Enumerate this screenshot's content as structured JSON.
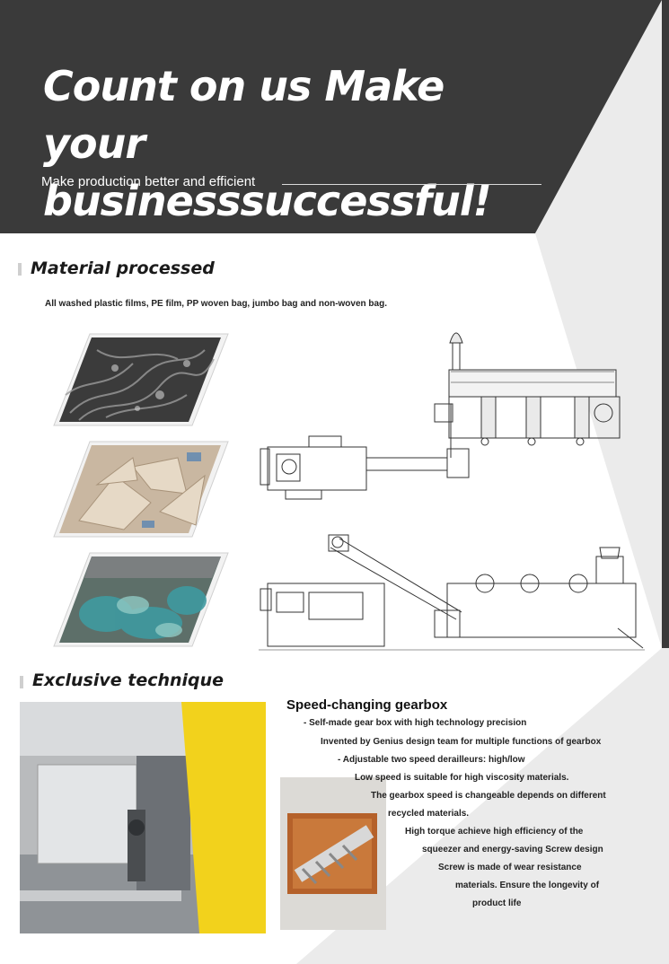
{
  "hero": {
    "title_line1": "Count on us Make",
    "title_line2": "your businesssuccessful!",
    "subtitle": "Make production better and efficient"
  },
  "material": {
    "title": "Material processed",
    "description": "All washed plastic films, PE film, PP woven bag, jumbo bag and non-woven bag."
  },
  "technique": {
    "title": "Exclusive technique",
    "gearbox_title": "Speed-changing gearbox",
    "lines": [
      "-     Self-made gear box with high technology precision",
      "Invented by Genius design team for multiple functions of gearbox",
      "-       Adjustable two speed derailleurs: high/low",
      "Low speed is suitable for high viscosity materials.",
      "The gearbox speed is changeable depends on different",
      "recycled materials.",
      "High torque achieve high efficiency of the",
      "squeezer and energy-saving Screw design",
      "Screw is made of wear resistance",
      "materials. Ensure the longevity of",
      "product life"
    ]
  },
  "colors": {
    "dark_band": "#3a3a3a",
    "light_triangle": "#ebebeb",
    "white": "#ffffff",
    "machine_yellow": "#f2d21c"
  }
}
